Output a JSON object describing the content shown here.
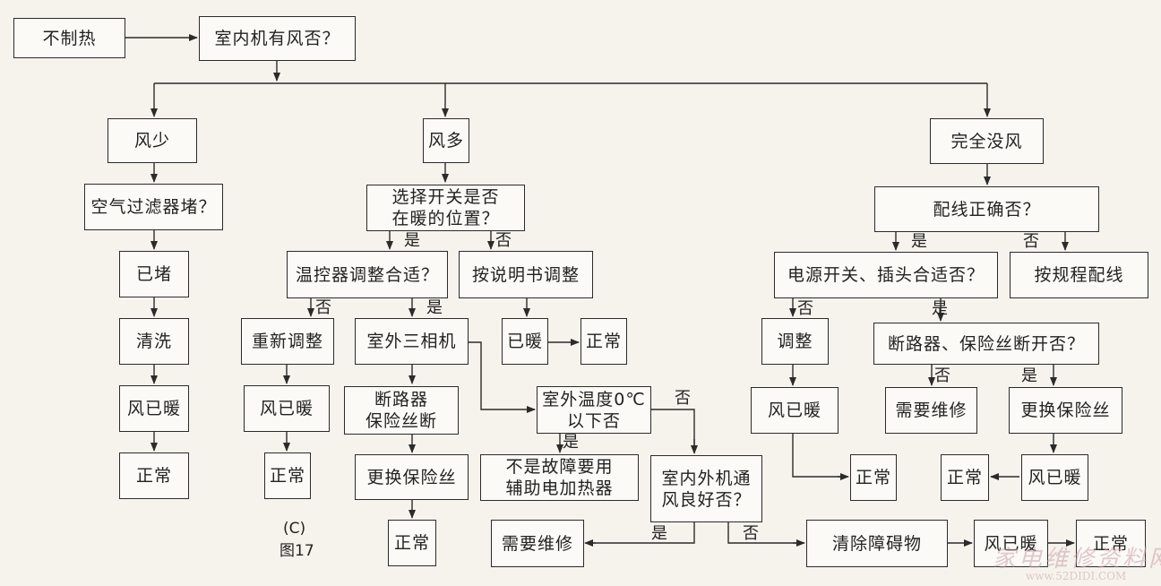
{
  "nodes": {
    "start": "不制热",
    "q_indoor_fan": "室内机有风否？",
    "fan_low": "风少",
    "fan_high": "风多",
    "no_fan": "完全没风",
    "q_filter": "空气过滤器堵？",
    "blocked": "已堵",
    "clean": "清洗",
    "warm_1": "风已暖",
    "normal_1": "正常",
    "q_switch": "选择开关是否\n在暖的位置？",
    "q_thermostat": "温控器调整合适？",
    "adjust_manual": "按说明书调整",
    "readjust": "重新调整",
    "warm_2": "风已暖",
    "normal_2": "正常",
    "three_phase": "室外三相机",
    "breaker_fuse": "断路器\n保险丝断",
    "replace_fuse_1": "更换保险丝",
    "normal_3": "正常",
    "warmed": "已暖",
    "normal_4": "正常",
    "q_temp": "室外温度0℃\n以下否",
    "aux_heater": "不是故障要用\n辅助电加热器",
    "q_ventilation": "室内外机通\n风良好否？",
    "repair_1": "需要维修",
    "remove_obstacles": "清除障碍物",
    "warm_3": "风已暖",
    "normal_5": "正常",
    "q_wiring": "配线正确否？",
    "rewire": "按规程配线",
    "q_power_plug": "电源开关、插头合适否？",
    "adjust": "调整",
    "warm_4": "风已暖",
    "normal_6": "正常",
    "q_breaker": "断路器、保险丝断开否？",
    "repair_2": "需要维修",
    "replace_fuse_2": "更换保险丝",
    "warm_5": "风已暖",
    "normal_7": "正常"
  },
  "branch_labels": {
    "yes": "是",
    "no": "否"
  },
  "caption": {
    "part": "(C)",
    "figure": "图17"
  },
  "watermark": {
    "cn": "家电维修资料网",
    "url": "www.52DIDI.COM"
  }
}
